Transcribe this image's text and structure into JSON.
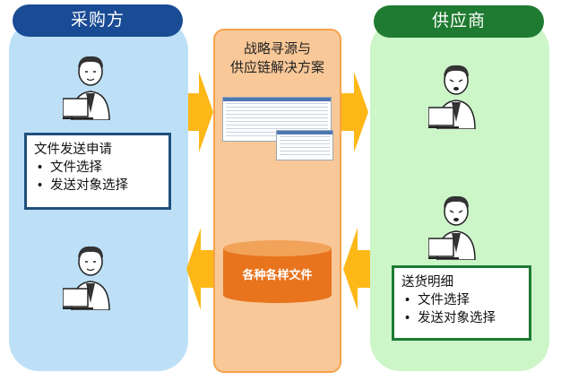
{
  "buyer": {
    "title": "采购方",
    "box": {
      "title": "文件发送申请",
      "items": [
        "文件选择",
        "发送对象选择"
      ]
    }
  },
  "supplier": {
    "title": "供应商",
    "box": {
      "title": "送货明细",
      "items": [
        "文件选择",
        "发送对象选择"
      ]
    }
  },
  "center": {
    "title_line1": "战略寻源与",
    "title_line2": "供应链解决方案",
    "storage_label": "各种各样文件"
  },
  "colors": {
    "buyer_panel": "#bde0f7",
    "buyer_header": "#1a4b95",
    "supplier_panel": "#ccf5c8",
    "supplier_header": "#1f7b31",
    "center_panel": "#f9c898",
    "arrow": "#fdb817",
    "storage": "#e8741e"
  },
  "icons": [
    "person-laptop-icon",
    "database-cylinder-icon",
    "arrow-right-icon",
    "arrow-left-icon"
  ]
}
